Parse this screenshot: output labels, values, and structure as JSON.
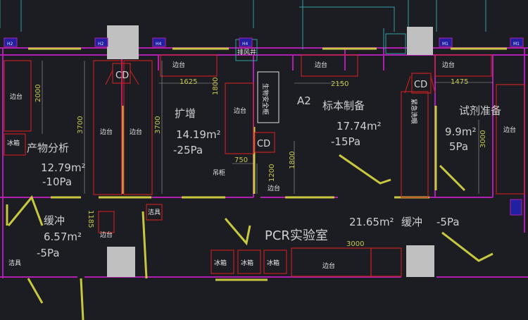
{
  "rooms": [
    {
      "name": "产物分析",
      "area": "12.79m²",
      "pressure": "-10Pa"
    },
    {
      "name": "扩增",
      "area": "14.19m²",
      "pressure": "-25Pa"
    },
    {
      "name": "标本制备",
      "area": "17.74m²",
      "pressure": "-15Pa",
      "code": "A2"
    },
    {
      "name": "试剂准备",
      "area": "9.9m²",
      "pressure": "5Pa"
    },
    {
      "name": "缓冲",
      "area": "21.65m²",
      "pressure": "-5Pa"
    },
    {
      "name": "缓冲",
      "area": "6.57m²",
      "pressure": "-5Pa"
    },
    {
      "name": "PCR实验室"
    }
  ],
  "labels": {
    "bench": "边台",
    "fridge": "冰箱",
    "sanitary": "洁具",
    "exhaust": "排风井",
    "cabinet": "吊柜",
    "bsc": "生物安全柜",
    "eyewash": "紧急洗眼",
    "cd": "CD",
    "door_h2": "H2",
    "door_h4": "H4",
    "door_m1": "M1"
  },
  "dimensions": [
    "2000",
    "3700",
    "3700",
    "1625",
    "1800",
    "750",
    "2150",
    "1475",
    "3000",
    "1800",
    "1200",
    "1185",
    "3000"
  ],
  "colors": {
    "wall": "#b020b0",
    "door": "#d0d040",
    "furniture": "#c02020",
    "dim": "#c8c850",
    "text": "#d8d8d8",
    "column": "#c0c0c0"
  }
}
